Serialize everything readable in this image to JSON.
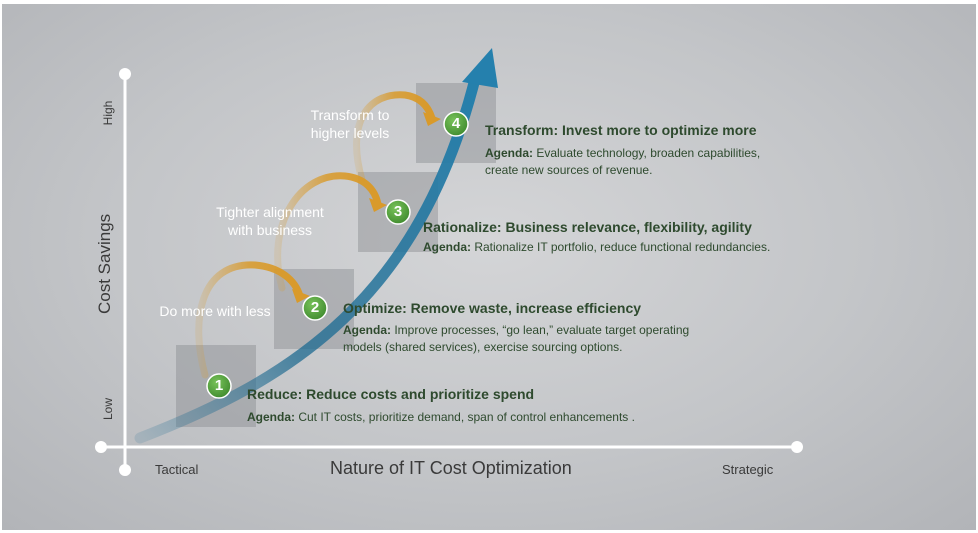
{
  "axes": {
    "y_title": "Cost Savings",
    "y_high": "High",
    "y_low": "Low",
    "x_title": "Nature of IT Cost Optimization",
    "x_left": "Tactical",
    "x_right": "Strategic"
  },
  "transitions": [
    {
      "label": "Do more with less"
    },
    {
      "label_line1": "Tighter alignment",
      "label_line2": "with business"
    },
    {
      "label_line1": "Transform to",
      "label_line2": "higher levels"
    }
  ],
  "stages": [
    {
      "number": "1",
      "title": "Reduce: Reduce costs and prioritize spend",
      "agenda_prefix": "Agenda:",
      "agenda_line1": " Cut IT costs, prioritize demand, span of control enhancements .",
      "agenda_line2": ""
    },
    {
      "number": "2",
      "title": "Optimize: Remove waste, increase efficiency",
      "agenda_prefix": "Agenda:",
      "agenda_line1": " Improve processes, “go lean,” evaluate target operating",
      "agenda_line2": "models (shared services), exercise sourcing options."
    },
    {
      "number": "3",
      "title": "Rationalize: Business relevance, flexibility, agility",
      "agenda_prefix": "Agenda:",
      "agenda_line1": " Rationalize IT portfolio, reduce functional redundancies.",
      "agenda_line2": ""
    },
    {
      "number": "4",
      "title": "Transform: Invest more to optimize more",
      "agenda_prefix": "Agenda:",
      "agenda_line1": " Evaluate technology, broaden capabilities,",
      "agenda_line2": "create new sources of revenue."
    }
  ],
  "colors": {
    "curve": "#1e6a90",
    "stage_circle": "#4f9a3a",
    "transition_arrow": "#d99a2a",
    "text_green": "#2e4a2e"
  }
}
